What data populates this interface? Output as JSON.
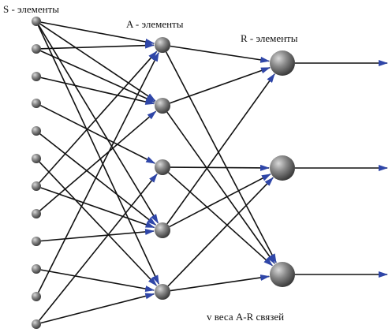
{
  "labels": {
    "s_layer": "S - элементы",
    "a_layer": "A - элементы",
    "r_layer": "R - элементы",
    "weights": "v веса A-R связей"
  },
  "colors": {
    "background": "#ffffff",
    "edge": "#111111",
    "arrowhead": "#2f46a8",
    "node_light": "#d9d9d9",
    "node_mid": "#8a8a8a",
    "node_dark": "#3a3a3a"
  },
  "layers": {
    "s": {
      "count": 12
    },
    "a": {
      "count": 5
    },
    "r": {
      "count": 3
    }
  },
  "edges": {
    "s_to_a": [
      [
        0,
        0
      ],
      [
        0,
        1
      ],
      [
        0,
        3
      ],
      [
        0,
        4
      ],
      [
        1,
        0
      ],
      [
        1,
        1
      ],
      [
        2,
        1
      ],
      [
        3,
        2
      ],
      [
        4,
        3
      ],
      [
        5,
        4
      ],
      [
        6,
        0
      ],
      [
        6,
        3
      ],
      [
        7,
        1
      ],
      [
        8,
        3
      ],
      [
        9,
        4
      ],
      [
        10,
        0
      ],
      [
        11,
        2
      ],
      [
        11,
        4
      ]
    ],
    "a_to_r": [
      [
        0,
        0
      ],
      [
        0,
        2
      ],
      [
        1,
        0
      ],
      [
        1,
        2
      ],
      [
        2,
        1
      ],
      [
        2,
        2
      ],
      [
        3,
        0
      ],
      [
        3,
        1
      ],
      [
        4,
        2
      ],
      [
        4,
        1
      ]
    ],
    "outputs": [
      0,
      1,
      2
    ]
  }
}
